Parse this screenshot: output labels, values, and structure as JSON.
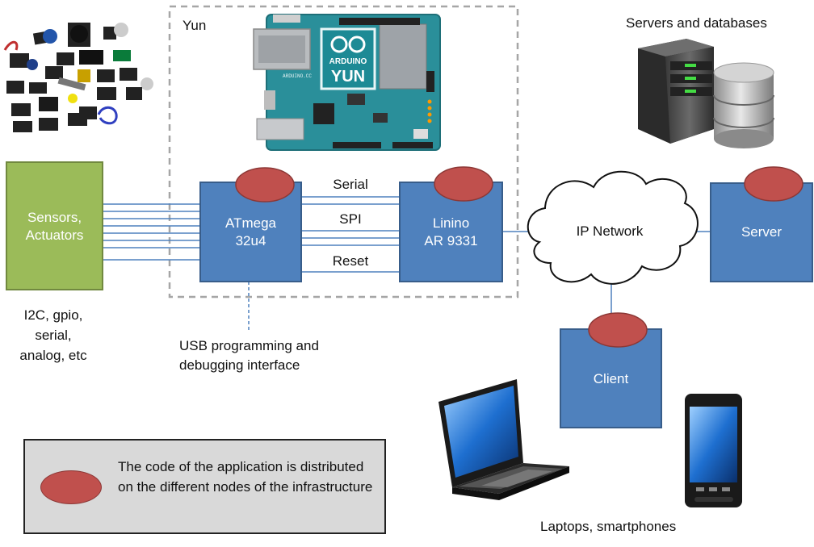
{
  "title_yun": "Yun",
  "servers_label": "Servers and databases",
  "sensors_box": "Sensors,\nActuators",
  "sensors_caption": "I2C, gpio,\nserial,\nanalog, etc",
  "atmega_box": "ATmega\n32u4",
  "linino_box": "Linino\nAR 9331",
  "links": {
    "serial": "Serial",
    "spi": "SPI",
    "reset": "Reset"
  },
  "usb_caption": "USB programming and\ndebugging interface",
  "network_label": "IP Network",
  "server_box": "Server",
  "client_box": "Client",
  "devices_caption": "Laptops, smartphones",
  "legend_text": "The code of the application is distributed on the different nodes of the infrastructure",
  "board_text": {
    "line1": "ARDUINO",
    "line2": "YUN",
    "site": "ARDUINO.CC"
  },
  "colors": {
    "node_blue": "#4f81bd",
    "node_border": "#385d8a",
    "sensor_green": "#9bbb59",
    "app_red": "#c0504d"
  }
}
